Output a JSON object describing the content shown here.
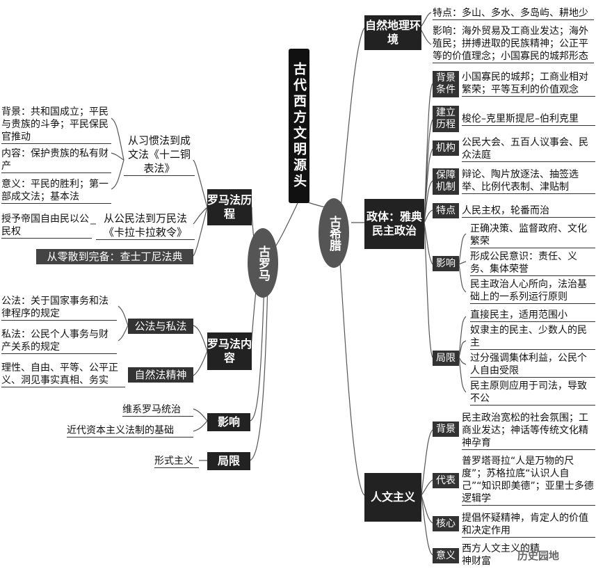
{
  "title": "古代西方文明源头",
  "greece": {
    "label": "古希腊",
    "geo": {
      "label": "自然地理环境",
      "items": [
        "特点：多山、多水、多岛屿、耕地少",
        "影响：海外贸易及工商业发达；海外殖民；拼搏进取的民族精神；公正平等的价值理念；小国寡民的城邦形态"
      ]
    },
    "polity": {
      "label": "政体：雅典民主政治",
      "bg_label": "背景条件",
      "bg_text": "小国寡民的城邦；工商业相对繁荣；平等互利的价值观念",
      "est_label": "建立历程",
      "est_text": "梭伦–克里斯提尼–伯利克里",
      "org_label": "机构",
      "org_text": "公民大会、五百人议事会、民众法庭",
      "guar_label": "保障机制",
      "guar_text": "辩论、陶片放逐法、抽签选举、比例代表制、津贴制",
      "feat_label": "特点",
      "feat_text": "人民主权，轮番而治",
      "infl_label": "影响",
      "infl_items": [
        "正确决策、监督政府、文化繁荣",
        "形成公民意识：责任、义务、集体荣誉",
        "民主政治人心所向，法治基础上的一系列运行原则"
      ],
      "lim_label": "局限",
      "lim_items": [
        "直接民主，适用范围小",
        "奴隶主的民主、少数人的民主",
        "过分强调集体利益，公民个人自由受限",
        "民主原则应用于司法，导致不公"
      ]
    },
    "human": {
      "label": "人文主义",
      "bg_label": "背景",
      "bg_text": "民主政治宽松的社会氛围；工商业发达；神话等传统文化精神孕育",
      "rep_label": "代表",
      "rep_text": "普罗塔哥拉“人是万物的尺度”；苏格拉底“认识人自己”“知识即美德”；亚里士多德逻辑学",
      "core_label": "核心",
      "core_text": "提倡怀疑精神，肯定人的价值和决定作用",
      "mean_label": "意义",
      "mean_text": "西方人文主义的精神财富"
    }
  },
  "rome": {
    "label": "古罗马",
    "history": {
      "label": "罗马法历程",
      "stage1": "从习惯法到成文法《十二铜表法》",
      "stage1_items": [
        "背景：共和国成立；平民与贵族的斗争；平民保民官推动",
        "内容：保护贵族的私有财产",
        "意义：平民的胜利；第一部成文法；基本法"
      ],
      "stage2": "从公民法到万民法《卡拉卡拉敕令》",
      "stage2_item": "授予帝国自由民以公民权",
      "stage3": "从零散到完备：查士丁尼法典"
    },
    "content": {
      "label": "罗马法内容",
      "pub_priv": "公法与私法",
      "pub_priv_items": [
        "公法：关于国家事务和法律程序的规定",
        "私法：公民个人事务与财产关系的规定"
      ],
      "natural": "自然法精神",
      "natural_item": "理性、自由、平等、公平正义、洞见事实真相、务实"
    },
    "influence": {
      "label": "影响",
      "items": [
        "维系罗马统治",
        "近代资本主义法制的基础"
      ]
    },
    "limit": {
      "label": "局限",
      "item": "形式主义"
    }
  },
  "watermark": "历史园地"
}
